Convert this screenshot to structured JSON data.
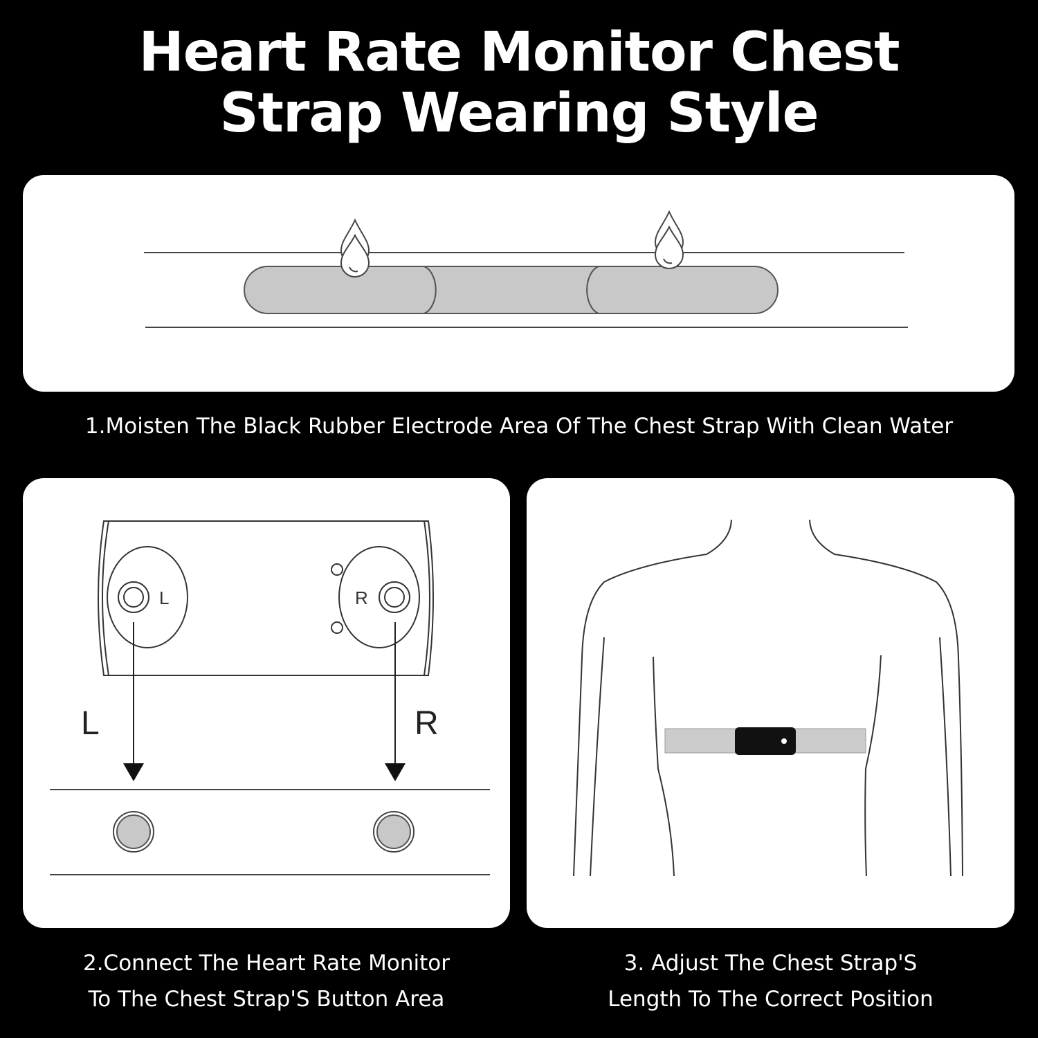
{
  "title": {
    "line1": "Heart Rate Monitor Chest",
    "line2": "Strap Wearing Style"
  },
  "steps": [
    {
      "caption_line1": "1.Moisten The Black Rubber Electrode Area Of The Chest Strap With Clean Water"
    },
    {
      "caption_line1": "2.Connect The Heart Rate Monitor",
      "caption_line2": "To The Chest Strap'S Button Area",
      "sensor_left_label": "L",
      "sensor_right_label": "R",
      "arrow_left_label": "L",
      "arrow_right_label": "R"
    },
    {
      "caption_line1": "3. Adjust The Chest Strap'S",
      "caption_line2": "Length To The Correct Position"
    }
  ],
  "colors": {
    "background": "#000000",
    "panel": "#ffffff",
    "text": "#ffffff",
    "electrode": "#c8c8c8",
    "strap": "#cccccc",
    "outline": "#333333",
    "module": "#111111"
  },
  "icons": [
    "water-drop-icon",
    "water-drop-icon",
    "arrow-down-icon",
    "arrow-down-icon"
  ]
}
